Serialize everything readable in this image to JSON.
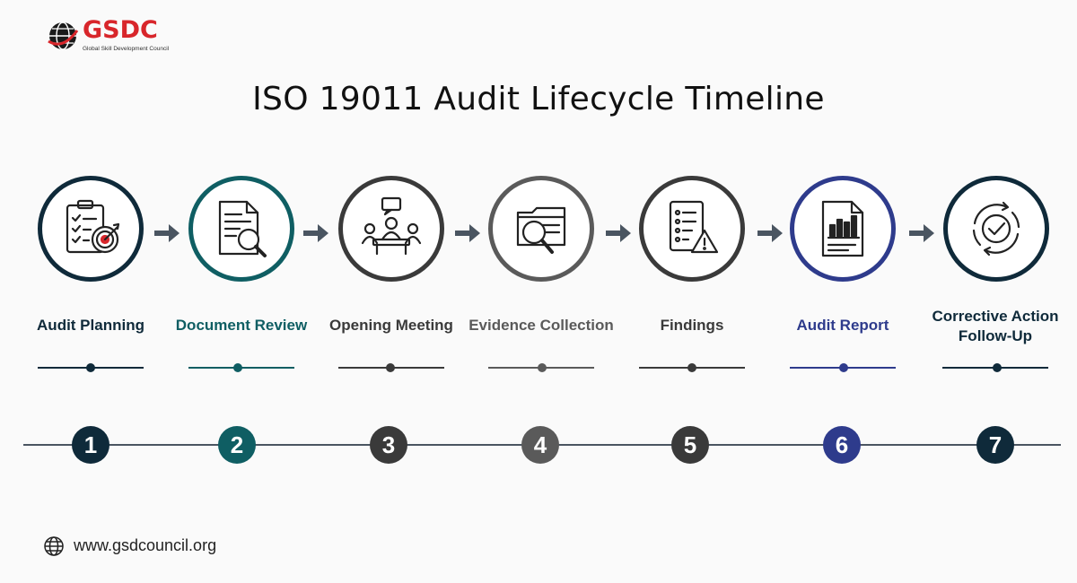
{
  "logo": {
    "text": "GSDC",
    "subtitle": "Global Skill Development Council",
    "icon": "globe-icon"
  },
  "title": "ISO 19011 Audit Lifecycle Timeline",
  "colors": {
    "navy": "#0f2a3a",
    "teal": "#0f5e63",
    "dark_gray": "#3a3a3a",
    "gray": "#5a5a5a",
    "indigo": "#2e3b8c",
    "arrow": "#4a5561",
    "brand_red": "#d8262b"
  },
  "steps": [
    {
      "number": "1",
      "label": "Audit Planning",
      "icon": "clipboard-target-icon"
    },
    {
      "number": "2",
      "label": "Document Review",
      "icon": "document-magnifier-icon"
    },
    {
      "number": "3",
      "label": "Opening Meeting",
      "icon": "meeting-icon"
    },
    {
      "number": "4",
      "label": "Evidence Collection",
      "icon": "folder-search-icon"
    },
    {
      "number": "5",
      "label": "Findings",
      "icon": "checklist-warning-icon"
    },
    {
      "number": "6",
      "label": "Audit Report",
      "icon": "report-chart-icon"
    },
    {
      "number": "7",
      "label": "Corrective Action Follow-Up",
      "icon": "cycle-check-icon"
    }
  ],
  "footer": {
    "url": "www.gsdcouncil.org",
    "icon": "globe-icon"
  }
}
